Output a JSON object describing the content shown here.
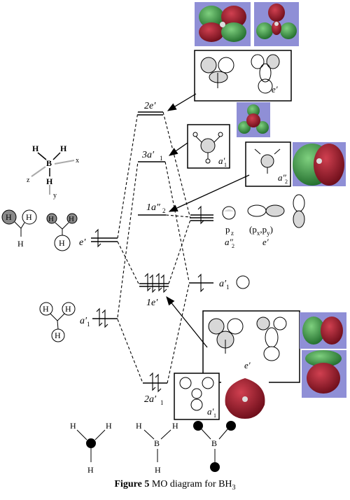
{
  "molecule_axes": {
    "atom_B": "B",
    "atom_H": "H",
    "axis_x": "x",
    "axis_y": "y",
    "axis_z": "z"
  },
  "left_orbitals": {
    "e_prime_label": "e′",
    "a1_prime_label": "a′",
    "a1_prime_sub": "1",
    "atom_H": "H"
  },
  "mo_levels": {
    "two_e_prime": "2e′",
    "three_a1_prime": "3a′",
    "three_a1_sub": "1",
    "one_a2_double": "1a″",
    "one_a2_sub": "2",
    "one_e_prime": "1e′",
    "two_a1_prime": "2a′",
    "two_a1_sub": "1"
  },
  "boron_orbitals": {
    "pz": "p",
    "pz_sub": "z",
    "pz_sym": "a″",
    "pz_sym_sub": "2",
    "pxpy": "(p",
    "pxpy_x": "x",
    "pxpy_comma": ",p",
    "pxpy_y": "y",
    "pxpy_close": ")",
    "pxpy_sym": "e′",
    "s_sym": "a′",
    "s_sym_sub": "1"
  },
  "boxes": {
    "top_box_label": "e′",
    "box_3a1_label": "a′",
    "box_3a1_sub": "1",
    "box_a2_label": "a″",
    "box_a2_sub": "2",
    "bottom_e_label": "e′",
    "bottom_a1_label": "a′",
    "bottom_a1_sub": "1"
  },
  "bottom_structures": {
    "atom_H": "H",
    "atom_B": "B"
  },
  "caption": {
    "figure": "Figure 5",
    "text": " MO diagram for BH",
    "sub": "3"
  },
  "colors": {
    "render_green": "#2f8a3a",
    "render_red": "#8a1622",
    "render_bg": "#8f8fd6"
  }
}
